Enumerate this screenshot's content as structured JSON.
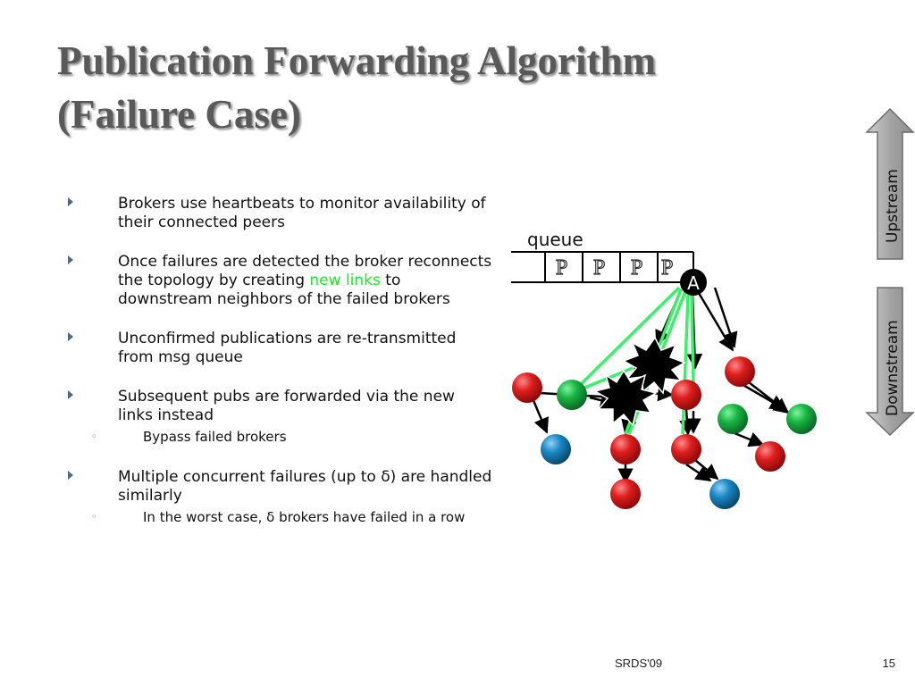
{
  "slide": {
    "title_line1": "Publication Forwarding Algorithm",
    "title_line2": "(Failure Case)",
    "footer_center": "SRDS'09",
    "footer_number": "15"
  },
  "bullets": [
    {
      "text": "Brokers use heartbeats to monitor availability of their connected peers"
    },
    {
      "text_before": "Once failures are detected the broker reconnects the topology by creating ",
      "highlight": "new links",
      "text_after": " to downstream neighbors of the failed brokers"
    },
    {
      "text": "Unconfirmed publications are re-transmitted from msg queue"
    },
    {
      "text": "Subsequent pubs are forwarded via the new links instead",
      "sub": "Bypass failed brokers"
    },
    {
      "text": "Multiple concurrent failures (up to δ) are handled similarly",
      "sub": "In the worst case, δ brokers have failed in a row"
    }
  ],
  "diagram": {
    "queue_label": "queue",
    "queue_item_label": "P",
    "broker_label": "A",
    "upstream_label": "Upstream",
    "downstream_label": "Downstream",
    "colors": {
      "red_node": "#d61c1c",
      "green_node": "#19b443",
      "blue_node": "#1a87c4",
      "new_link": "#3cf06a",
      "arrow_bg": "#a8a8a8"
    }
  }
}
